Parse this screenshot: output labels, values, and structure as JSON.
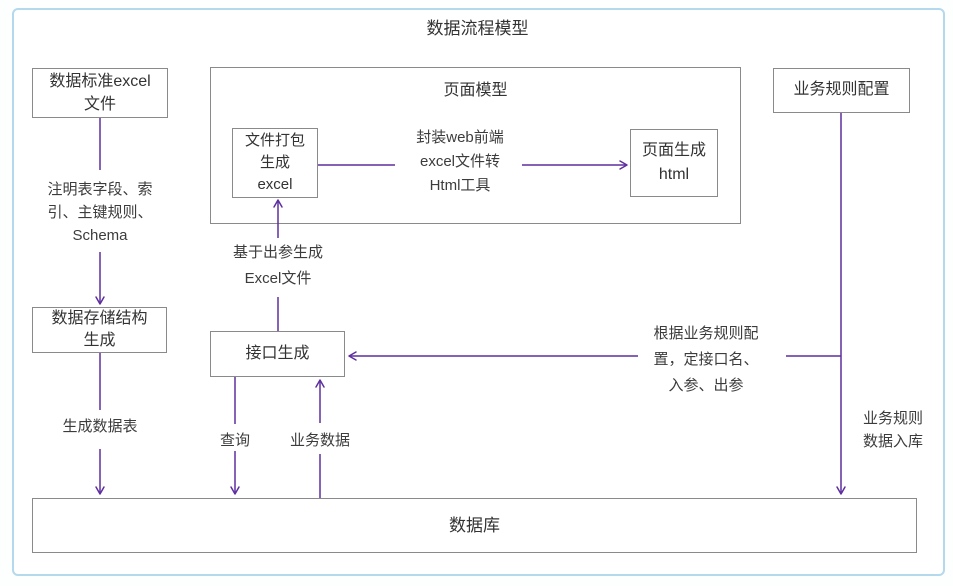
{
  "title": "数据流程模型",
  "colors": {
    "arrow": "#5e2f9e",
    "box_border": "#8a8a8a",
    "frame_border": "#b5d9ec",
    "text": "#333333",
    "background": "#ffffff"
  },
  "nodes": {
    "std_excel_file": "数据标准excel\n文件",
    "page_model_title": "页面模型",
    "file_pack_gen_excel": "文件打包\n生成\nexcel",
    "page_gen_html": "页面生成\nhtml",
    "biz_rule_config": "业务规则配置",
    "data_storage_gen": "数据存储结构\n生成",
    "api_gen": "接口生成",
    "database": "数据库"
  },
  "annotations": {
    "table_fields_note": "注明表字段、索\n引、主键规则、\nSchema",
    "excel_from_output_params": "基于出参生成\nExcel文件",
    "web_excel_to_html_tool": "封装web前端\nexcel文件转\nHtml工具",
    "rule_config_to_api": "根据业务规则配\n置，定接口名、\n入参、出参",
    "gen_data_table": "生成数据表",
    "query": "查询",
    "biz_data": "业务数据",
    "biz_rule_into_db": "业务规则\n数据入库"
  }
}
